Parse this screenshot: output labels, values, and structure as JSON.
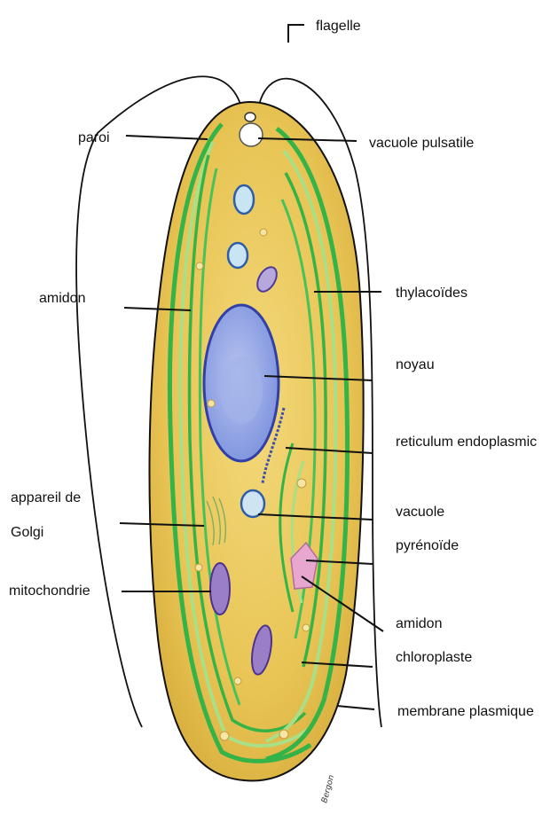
{
  "labels": {
    "flagelle": "flagelle",
    "paroi": "paroi",
    "vacuole_pulsatile": "vacuole pulsatile",
    "amidon_left": "amidon",
    "thylacoides": "thylacoïdes",
    "noyau": "noyau",
    "reticulum": "reticulum endoplasmic",
    "appareil_line1": "appareil  de",
    "appareil_line2": "Golgi",
    "vacuole": "vacuole",
    "pyrenoide": "pyrénoïde",
    "mitochondrie": "mitochondrie",
    "amidon_right": "amidon",
    "chloroplaste": "chloroplaste",
    "membrane": "membrane plasmique"
  },
  "signature": "Bergon",
  "colors": {
    "cytoplasm": "#ecc85a",
    "chloroplast_green": "#3dbb4a",
    "chloroplast_light": "#a9df86",
    "nucleus": "#8ea4e6",
    "nucleus_border": "#3140a8",
    "outline": "#111111",
    "pyrenoid": "#e7a7cf",
    "mitochondria": "#9b7fc6"
  }
}
